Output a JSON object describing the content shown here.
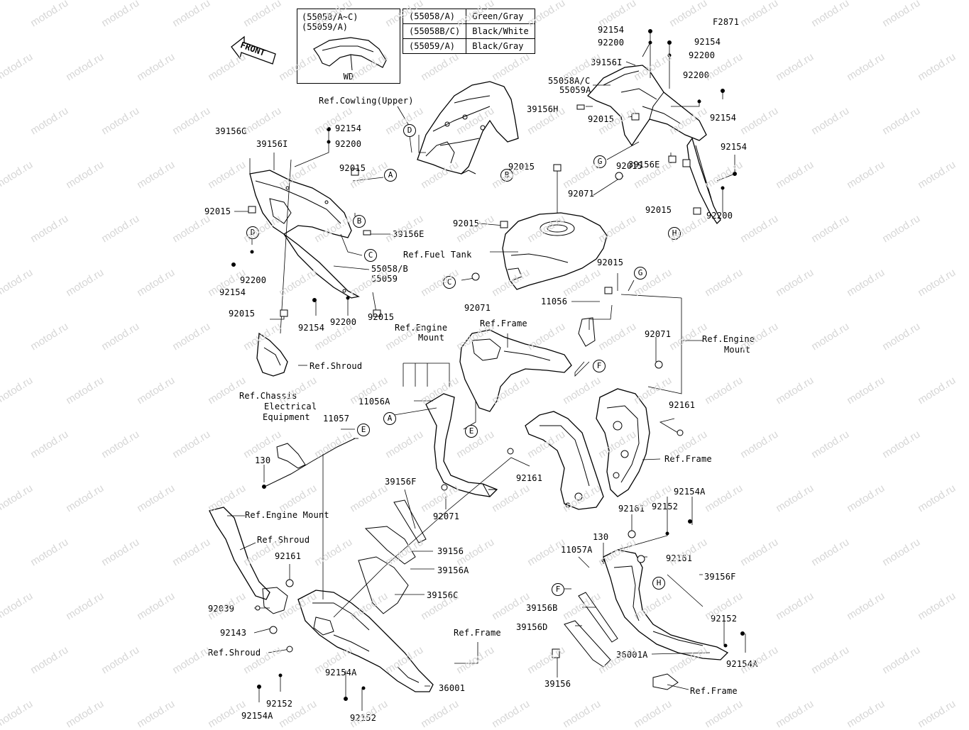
{
  "figure_code": "F2871",
  "watermark": "motod.ru",
  "front_label": "FRONT",
  "wd_box": {
    "lines": [
      "(55058/A~C)",
      "(55059/A)"
    ],
    "caption": "WD"
  },
  "color_table": [
    {
      "part": "(55058/A)",
      "color": "Green/Gray"
    },
    {
      "part": "(55058B/C)",
      "color": "Black/White"
    },
    {
      "part": "(55059/A)",
      "color": "Black/Gray"
    }
  ],
  "labels": [
    "92154",
    "92200",
    "92154",
    "92200",
    "39156I",
    "92200",
    "55058A/C",
    "55059A",
    "92154",
    "39156H",
    "92015",
    "92015",
    "39156E",
    "92154",
    "92015",
    "92200",
    "Ref.Cowling(Upper)",
    "39156G",
    "92154",
    "39156I",
    "92200",
    "92015",
    "92015",
    "39156E",
    "55058/B",
    "55059",
    "92200",
    "92154",
    "92015",
    "92154",
    "92200",
    "92015",
    "Ref.Shroud",
    "92015",
    "92071",
    "92015",
    "Ref.Fuel Tank",
    "92071",
    "92015",
    "11056",
    "Ref.Frame",
    "Ref.Engine",
    "Mount",
    "92071",
    "Ref.Engine",
    "Mount",
    "Ref.Chassis",
    "Electrical",
    "Equipment",
    "11057",
    "130",
    "11056A",
    "92161",
    "92161",
    "Ref.Frame",
    "39156F",
    "92071",
    "Ref.Engine Mount",
    "Ref.Shroud",
    "92161",
    "39156",
    "39156A",
    "39156C",
    "92039",
    "92143",
    "Ref.Shroud",
    "Ref.Frame",
    "92154A",
    "92152",
    "92154A",
    "92152",
    "36001",
    "92154A",
    "92161",
    "92152",
    "130",
    "11057A",
    "92161",
    "39156F",
    "39156B",
    "39156D",
    "36001A",
    "92152",
    "92154A",
    "39156",
    "Ref.Frame"
  ],
  "callouts": [
    "D",
    "A",
    "B",
    "C",
    "D",
    "G",
    "H",
    "B",
    "C",
    "G",
    "F",
    "A",
    "E",
    "E",
    "F",
    "H"
  ]
}
